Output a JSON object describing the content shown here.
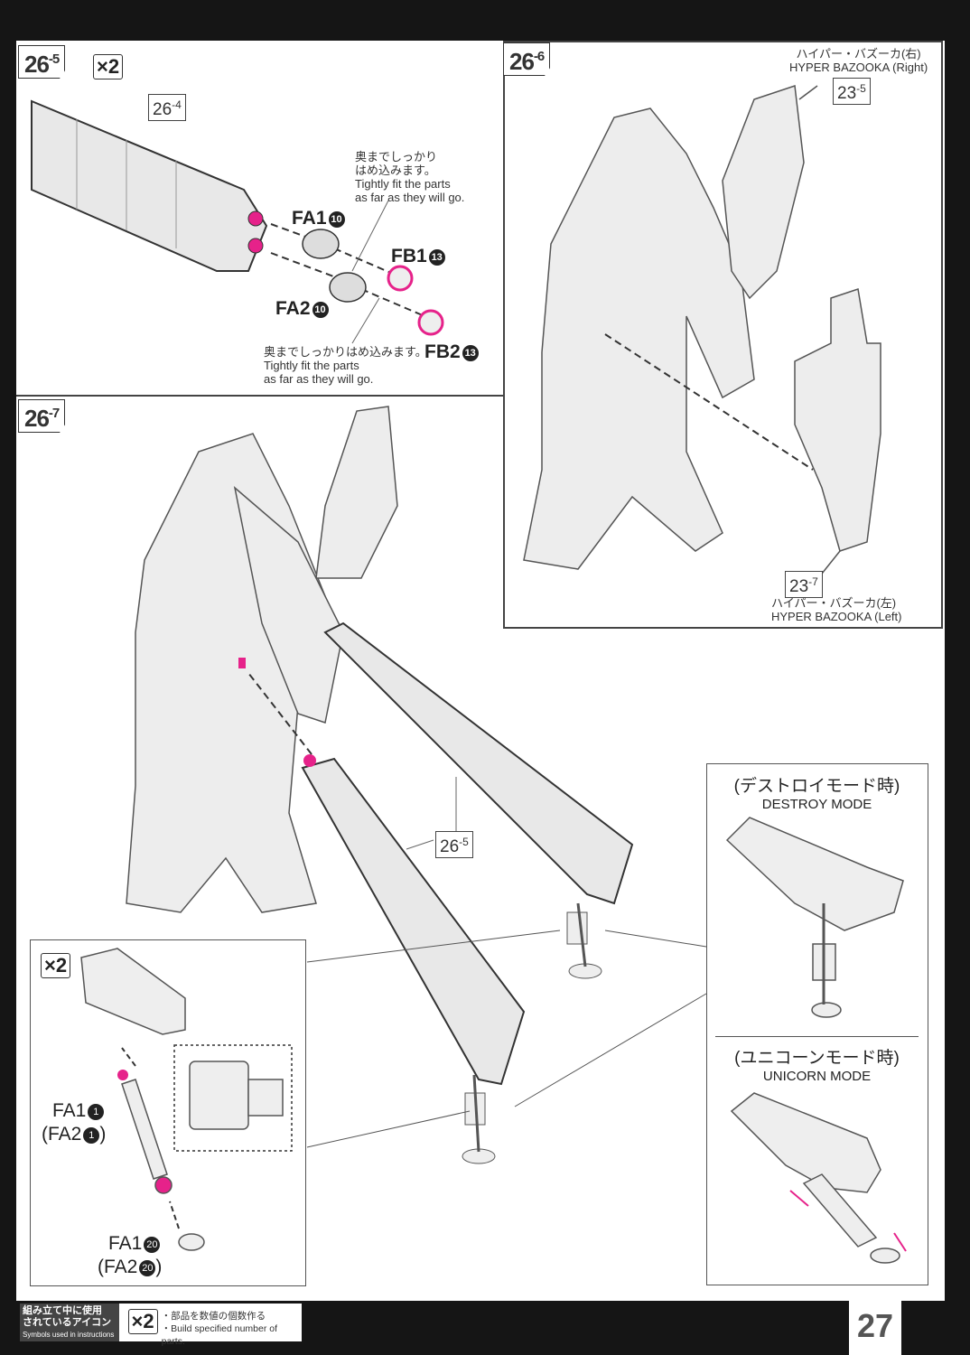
{
  "steps": {
    "s265": {
      "num": "26",
      "sub": "-5",
      "multiplier": "×2"
    },
    "s266": {
      "num": "26",
      "sub": "-6"
    },
    "s267": {
      "num": "26",
      "sub": "-7"
    }
  },
  "panel_265": {
    "ref_part": {
      "num": "26",
      "sub": "-4"
    },
    "note_top": {
      "jp1": "奥までしっかり",
      "jp2": "はめ込みます。",
      "en1": "Tightly fit the parts",
      "en2": "as far as they will go."
    },
    "note_bottom": {
      "jp": "奥までしっかりはめ込みます。",
      "en1": "Tightly fit the parts",
      "en2": "as far as they will go."
    },
    "parts": [
      {
        "name": "FA1",
        "runner": "10"
      },
      {
        "name": "FB1",
        "runner": "13"
      },
      {
        "name": "FA2",
        "runner": "10"
      },
      {
        "name": "FB2",
        "runner": "13"
      }
    ]
  },
  "panel_266": {
    "right_label": {
      "jp": "ハイパー・バズーカ(右)",
      "en": "HYPER BAZOOKA (Right)",
      "ref_num": "23",
      "ref_sub": "-5"
    },
    "left_label": {
      "jp": "ハイパー・バズーカ(左)",
      "en": "HYPER BAZOOKA (Left)",
      "ref_num": "23",
      "ref_sub": "-7"
    }
  },
  "panel_267": {
    "ref_part": {
      "num": "26",
      "sub": "-5"
    },
    "inset": {
      "multiplier": "×2",
      "part_a": {
        "name": "FA1",
        "runner": "1",
        "alt_name": "(FA2",
        "alt_runner": "1",
        "alt_close": ")"
      },
      "part_b": {
        "name": "FA1",
        "runner": "20",
        "alt_name": "(FA2",
        "alt_runner": "20",
        "alt_close": ")"
      }
    },
    "modes": [
      {
        "jp": "(デストロイモード時)",
        "en": "DESTROY MODE"
      },
      {
        "jp": "(ユニコーンモード時)",
        "en": "UNICORN MODE"
      }
    ]
  },
  "footer": {
    "legend_title_jp1": "組み立て中に使用",
    "legend_title_jp2": "されているアイコン",
    "legend_title_en": "Symbols used in instructions",
    "icon_label": "×2",
    "desc_jp": "・部品を数値の個数作る",
    "desc_en": "・Build specified number of parts."
  },
  "page_number": "27",
  "colors": {
    "accent": "#e6228a",
    "frame": "#151515",
    "part_grey": "#e4e4e4"
  }
}
